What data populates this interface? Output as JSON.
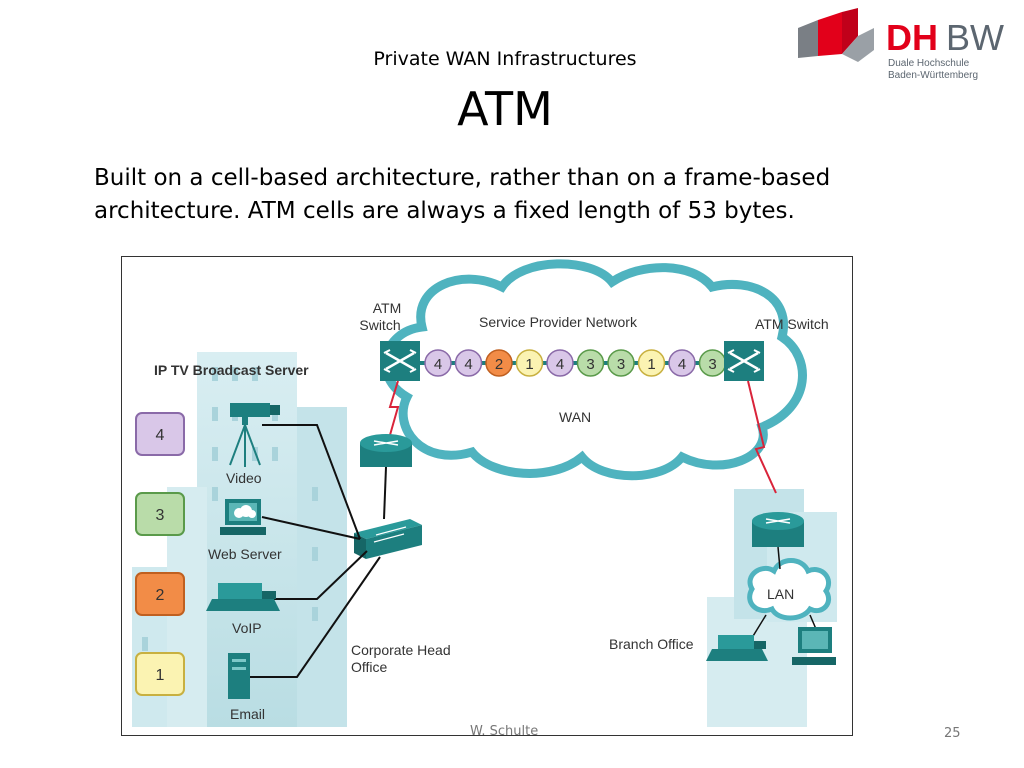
{
  "slide": {
    "subtitle": "Private WAN Infrastructures",
    "title": "ATM",
    "body": "Built on a cell-based architecture, rather than on a frame-based architecture. ATM cells are always a fixed length of 53 bytes."
  },
  "logo": {
    "brand_dh": "DH",
    "brand_bw": "BW",
    "line1": "Duale Hochschule",
    "line2": "Baden-Württemberg",
    "colors": {
      "red": "#e2001a",
      "grey": "#5c6670"
    }
  },
  "diagram": {
    "cloud": {
      "label": "Service Provider Network",
      "wan_label": "WAN"
    },
    "atm_switch_left": "ATM\nSwitch",
    "atm_switch_right": "ATM Switch",
    "cells": [
      "4",
      "4",
      "2",
      "1",
      "4",
      "3",
      "3",
      "1",
      "4",
      "3"
    ],
    "server": {
      "title": "IP TV Broadcast Server",
      "video": "Video",
      "web_server": "Web Server",
      "voip": "VoIP",
      "email": "Email"
    },
    "legend": [
      "4",
      "3",
      "2",
      "1"
    ],
    "corporate_office": "Corporate Head\nOffice",
    "branch_office": "Branch Office",
    "lan_label": "LAN",
    "colors": {
      "teal": "#1d7f7f",
      "cell_4": "#d9c7e8",
      "cell_3": "#b9dca9",
      "cell_2": "#f28c47",
      "cell_1": "#fbf3b2",
      "red_link": "#d9243a"
    }
  },
  "footer": {
    "author": "W. Schulte",
    "page": "25"
  }
}
